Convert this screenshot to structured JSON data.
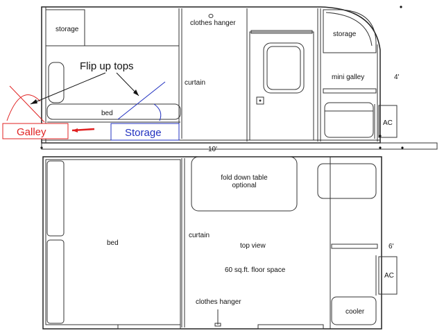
{
  "colors": {
    "ink": "#333333",
    "galley": "#e02020",
    "storage": "#2030c0"
  },
  "side_view": {
    "storage_left": "storage",
    "clothes_hanger": "clothes hanger",
    "storage_right": "storage",
    "flip_up_tops": "Flip up tops",
    "curtain": "curtain",
    "mini_galley": "mini galley",
    "height": "4'",
    "bed": "bed",
    "galley_tag": "Galley",
    "storage_tag": "Storage",
    "ac": "AC",
    "length": "10'"
  },
  "top_view": {
    "fold_down_table_line1": "fold down table",
    "fold_down_table_line2": "optional",
    "bed": "bed",
    "curtain": "curtain",
    "title": "top view",
    "width": "6'",
    "ac": "AC",
    "floor_space": "60 sq.ft. floor space",
    "clothes_hanger": "clothes hanger",
    "cooler": "cooler"
  }
}
